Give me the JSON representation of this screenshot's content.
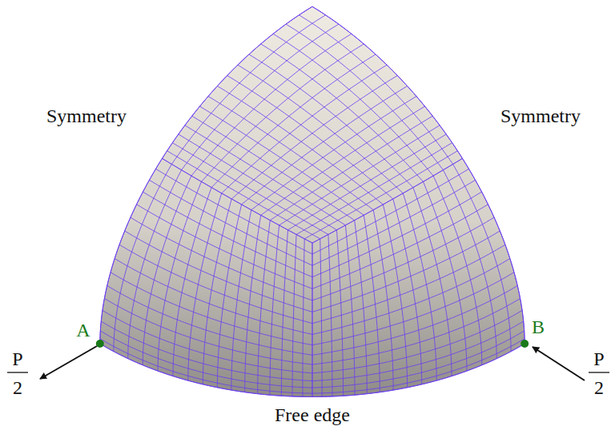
{
  "diagram": {
    "labels": [
      "Symmetry",
      "Symmetry",
      "A",
      "B",
      "P",
      "2",
      "P",
      "2",
      "Free edge"
    ]
  }
}
